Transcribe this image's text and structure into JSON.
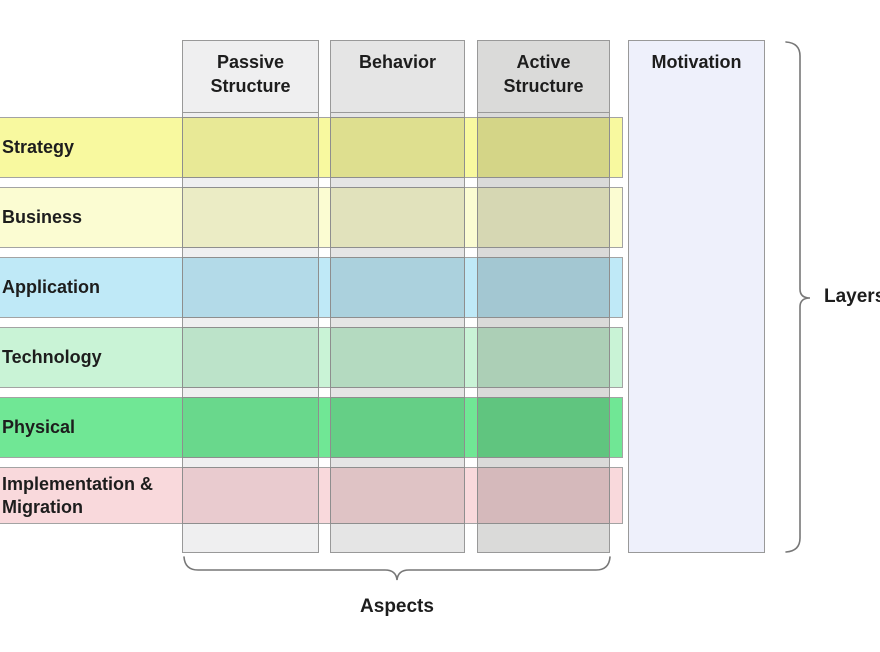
{
  "columns": [
    {
      "id": "passive-structure",
      "label": "Passive Structure",
      "bg": "#efeff0"
    },
    {
      "id": "behavior",
      "label": "Behavior",
      "bg": "#e5e5e5"
    },
    {
      "id": "active-structure",
      "label": "Active Structure",
      "bg": "#dadad9"
    },
    {
      "id": "motivation",
      "label": "Motivation",
      "bg": "#eef0fb"
    }
  ],
  "rows": [
    {
      "id": "strategy",
      "label": "Strategy",
      "color": "#f8f99f"
    },
    {
      "id": "business",
      "label": "Business",
      "color": "#fbfcd2"
    },
    {
      "id": "application",
      "label": "Application",
      "color": "#bfe9f7"
    },
    {
      "id": "technology",
      "label": "Technology",
      "color": "#c9f3d6"
    },
    {
      "id": "physical",
      "label": "Physical",
      "color": "#70e795"
    },
    {
      "id": "implementation-migration",
      "label": "Implementation & Migration",
      "color": "#f9d9dc"
    }
  ],
  "brackets": {
    "right_label": "Layers",
    "bottom_label": "Aspects"
  },
  "colors": {
    "column_border": "#999999",
    "cell_border": "#8e8e8e",
    "bracket_stroke": "#777777",
    "text": "#1d1d1d"
  }
}
